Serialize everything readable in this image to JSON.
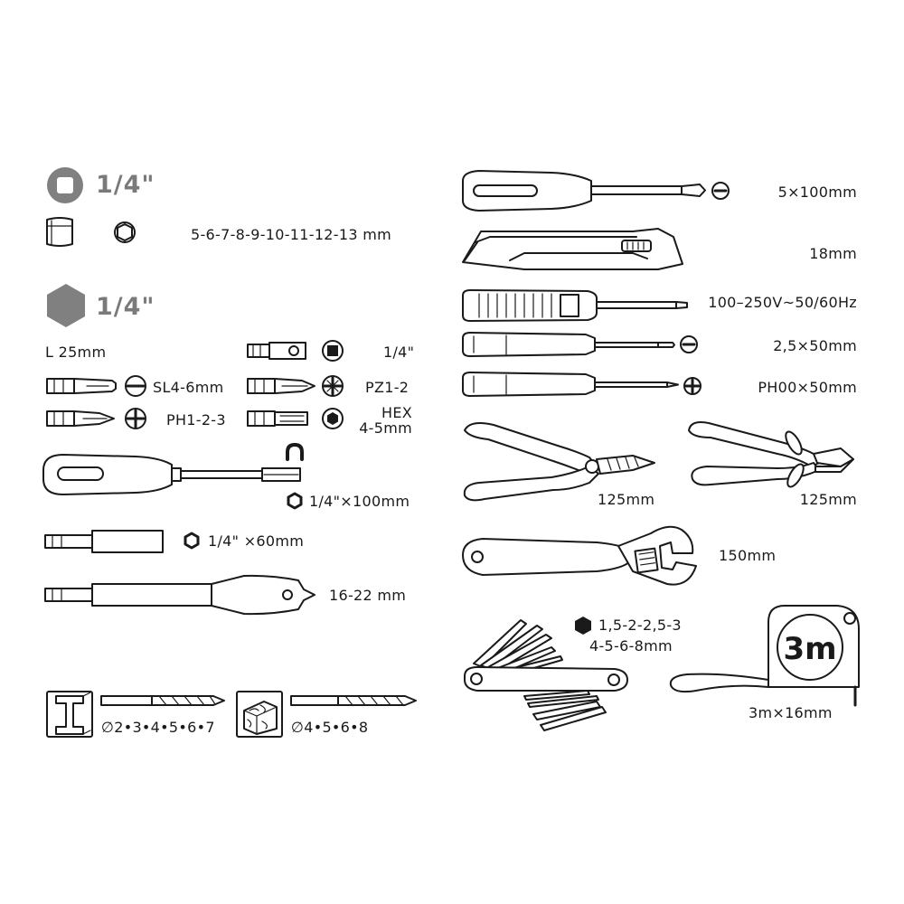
{
  "sockets": {
    "drive_label": "1/4\"",
    "sizes_label": "5-6-7-8-9-10-11-12-13 mm"
  },
  "bits": {
    "hex_drive_label": "1/4\"",
    "length_label": "L 25mm",
    "adapter_label": "1/4\"",
    "slotted_label": "SL4-6mm",
    "pozidriv_label": "PZ1-2",
    "phillips_label": "PH1-2-3",
    "hex_label_line1": "HEX",
    "hex_label_line2": "4-5mm"
  },
  "bit_holder_screwdriver": {
    "label": "1/4\"×100mm"
  },
  "extension": {
    "label": "1/4\" ×60mm"
  },
  "spade_bit": {
    "label": "16-22 mm"
  },
  "metal_drills": {
    "label": "∅2•3•4•5•6•7"
  },
  "wood_drills": {
    "label": "∅4•5•6•8"
  },
  "screwdriver_slotted": {
    "label": "5×100mm"
  },
  "utility_knife": {
    "label": "18mm"
  },
  "voltage_tester": {
    "label": "100–250V~50/60Hz"
  },
  "precision_slotted": {
    "label": "2,5×50mm"
  },
  "precision_phillips": {
    "label": "PH00×50mm"
  },
  "combination_pliers": {
    "label": "125mm"
  },
  "side_cutters": {
    "label": "125mm"
  },
  "adjustable_wrench": {
    "label": "150mm"
  },
  "hex_key_set": {
    "label_line1": "1,5-2-2,5-3",
    "label_line2": "4-5-6-8mm"
  },
  "tape_measure": {
    "face_label": "3m",
    "label": "3m×16mm"
  },
  "colors": {
    "ink": "#1a1a1a",
    "grey_icon": "#808080",
    "background": "#ffffff"
  }
}
